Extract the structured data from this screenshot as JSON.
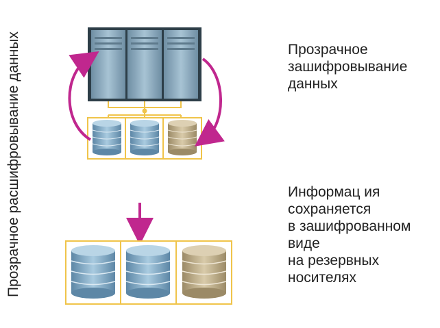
{
  "side_label": "Прозрачное расшифровывание данных",
  "caption_top": [
    "Прозрачное",
    "зашифровывание",
    "данных"
  ],
  "caption_bottom": [
    "Информац ия",
    "сохраняется",
    "в зашифрованном",
    "виде",
    "на резервных",
    "носителях"
  ],
  "colors": {
    "arrow": "#c0278e",
    "connector": "#f0c44a",
    "server": "#8fb0c4",
    "disk_blue": "#8db4cf",
    "disk_beige": "#c8b896"
  }
}
